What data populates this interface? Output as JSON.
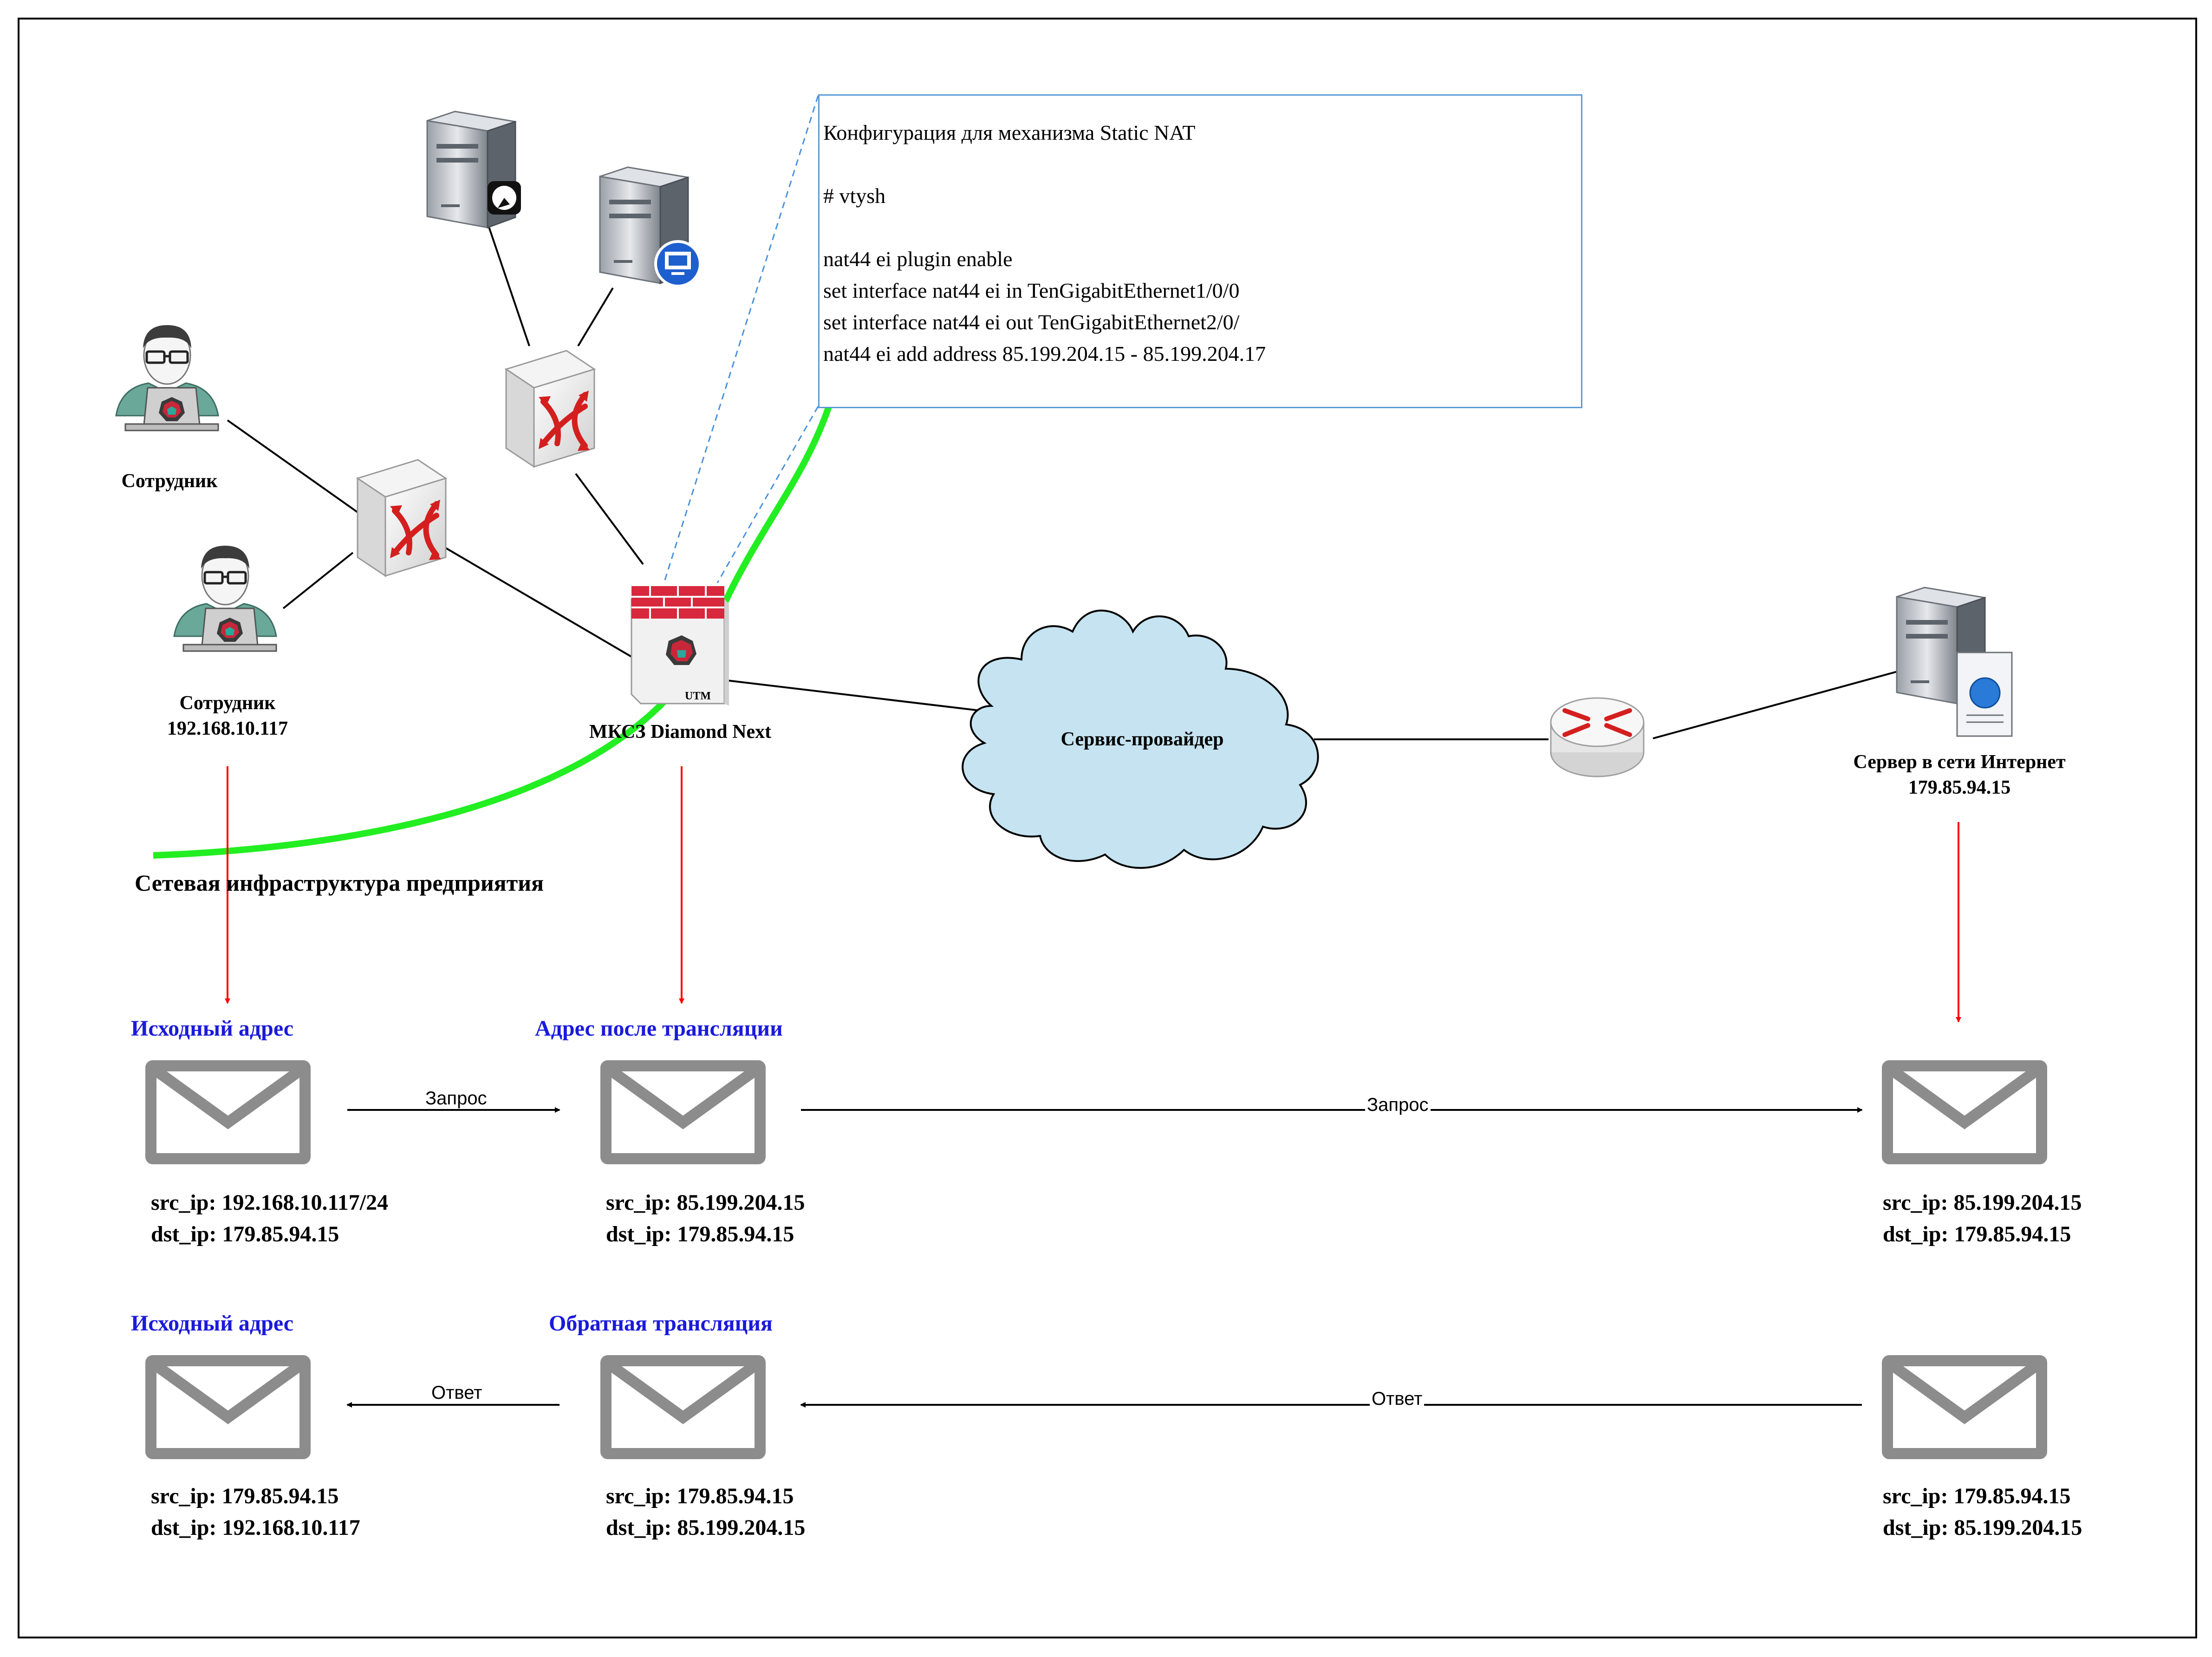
{
  "config": {
    "title": "Конфигурация для механизма Static NAT",
    "lines": [
      "# vtysh",
      "nat44 ei plugin enable",
      "set interface nat44 ei in TenGigabitEthernet1/0/0",
      "set interface nat44 ei out TenGigabitEthernet2/0/",
      "nat44 ei add address 85.199.204.15 - 85.199.204.17"
    ]
  },
  "nodes": {
    "employee1": "Сотрудник",
    "employee2": "Сотрудник",
    "employee2_ip": "192.168.10.117",
    "firewall": "МКСЗ Diamond Next",
    "firewall_badge": "UTM",
    "provider": "Сервис-провайдер",
    "server": "Сервер в сети Интернет",
    "server_ip": "179.85.94.15",
    "infra": "Сетевая инфраструктура предприятия"
  },
  "request_row": {
    "col1_title": "Исходный адрес",
    "col2_title": "Адрес после трансляции",
    "arrow1": "Запрос",
    "arrow2": "Запрос",
    "col1_src": "src_ip: 192.168.10.117/24",
    "col1_dst": "dst_ip: 179.85.94.15",
    "col2_src": "src_ip: 85.199.204.15",
    "col2_dst": "dst_ip: 179.85.94.15",
    "col3_src": "src_ip: 85.199.204.15",
    "col3_dst": "dst_ip: 179.85.94.15"
  },
  "response_row": {
    "col1_title": "Исходный адрес",
    "col2_title": "Обратная трансляция",
    "arrow1": "Ответ",
    "arrow2": "Ответ",
    "col1_src": "src_ip: 179.85.94.15",
    "col1_dst": "dst_ip: 192.168.10.117",
    "col2_src": "src_ip: 179.85.94.15",
    "col2_dst": "dst_ip: 85.199.204.15",
    "col3_src": "src_ip: 179.85.94.15",
    "col3_dst": "dst_ip: 85.199.204.15"
  },
  "colors": {
    "infra_boundary": "#22ee22",
    "red_arrow": "#ff0000",
    "title_blue": "#1a1adb",
    "cloud_fill": "#c5e3f0",
    "envelope": "#8c8c8c"
  }
}
